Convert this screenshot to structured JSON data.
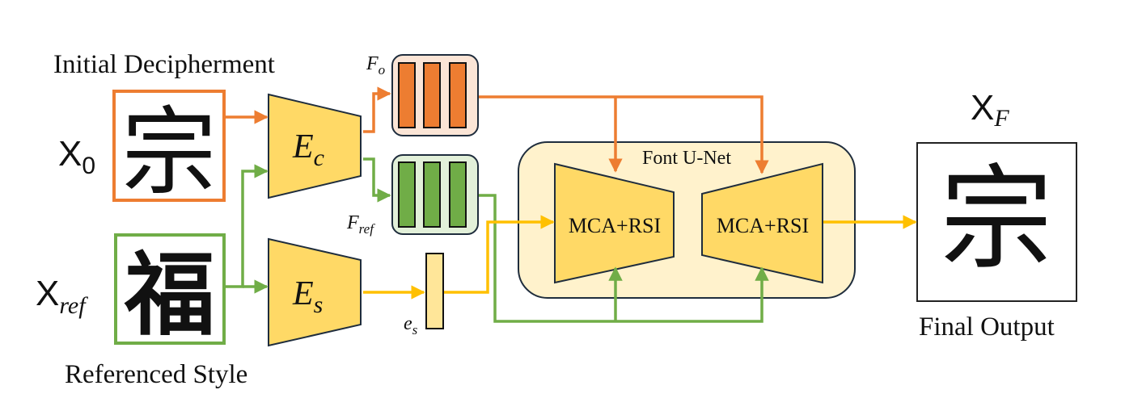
{
  "labels": {
    "initial_decipherment": "Initial Decipherment",
    "referenced_style": "Referenced Style",
    "final_output": "Final Output",
    "font_unet": "Font U-Net",
    "mca_rsi_left": "MCA+RSI",
    "mca_rsi_right": "MCA+RSI"
  },
  "symbols": {
    "x0_base": "X",
    "x0_sub": "0",
    "xref_base": "X",
    "xref_sub": "ref",
    "xf_base": "X",
    "xf_sub": "F",
    "ec_base": "E",
    "ec_sub": "c",
    "es_base": "E",
    "es_sub": "s",
    "fo_base": "F",
    "fo_sub": "o",
    "fref_base": "F",
    "fref_sub": "ref",
    "es_vec_base": "e",
    "es_vec_sub": "s"
  },
  "glyphs": {
    "input_char": "宗",
    "style_char": "福",
    "output_char": "宗"
  },
  "colors": {
    "orange": "#ED7D31",
    "green": "#70AD47",
    "yellow": "#FFC000",
    "block_fill": "#FFD966",
    "unet_fill": "#FFF2CC",
    "feature_orange_bg": "#FBE5D6",
    "feature_green_bg": "#E2F0D9",
    "border_dark": "#1F2D3D"
  }
}
